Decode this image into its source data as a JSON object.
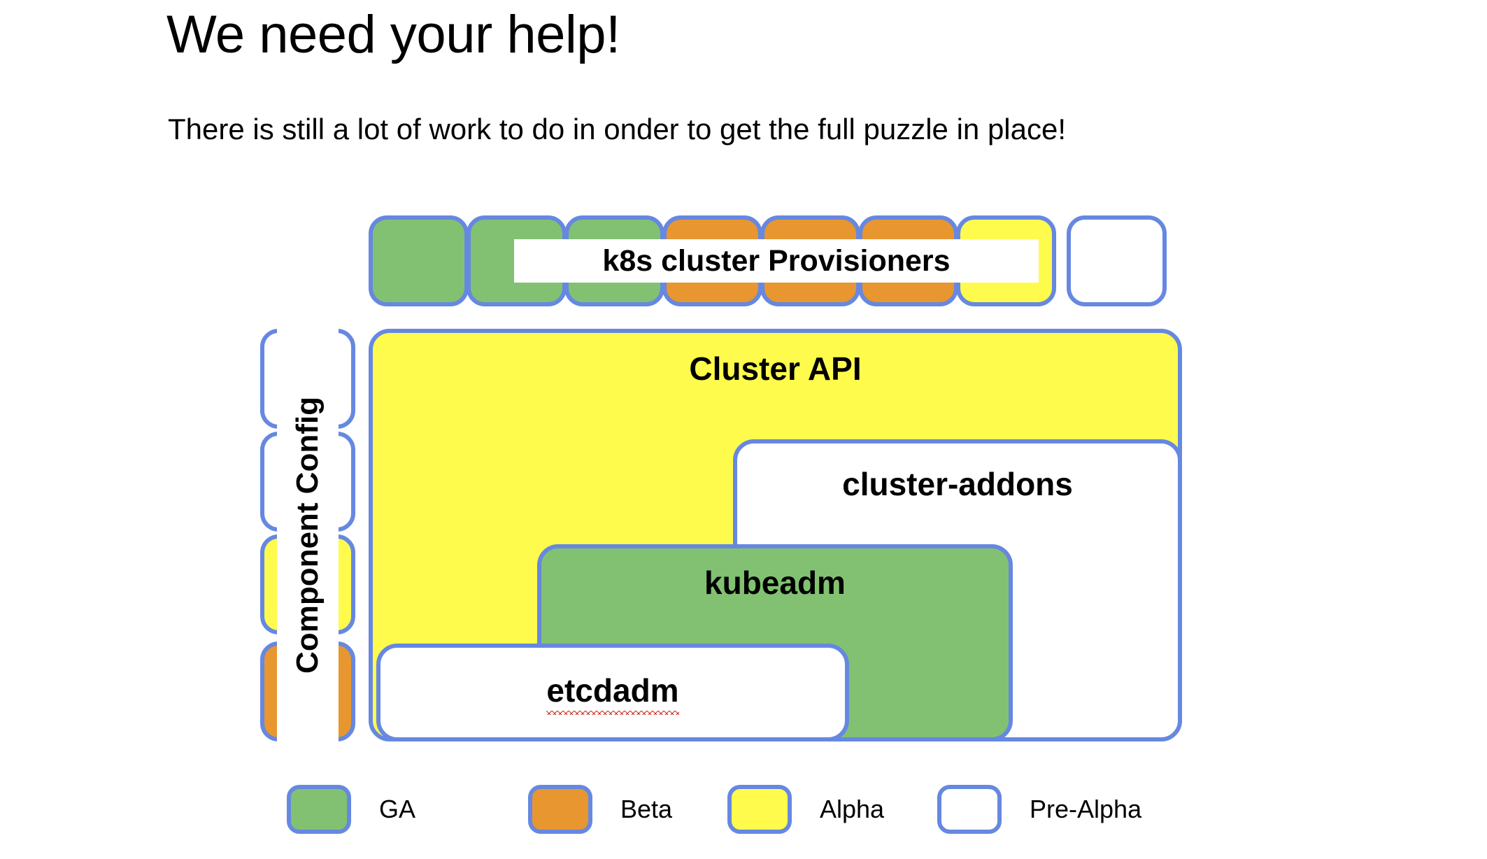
{
  "slide": {
    "title": "We need your help!",
    "subtitle": "There is still a lot of work to do in onder to get the full puzzle in place!"
  },
  "provisioner_row": {
    "label": "k8s cluster Provisioners",
    "boxes": [
      {
        "maturity": "GA",
        "color": "#82c172"
      },
      {
        "maturity": "GA",
        "color": "#82c172"
      },
      {
        "maturity": "GA",
        "color": "#82c172"
      },
      {
        "maturity": "Beta",
        "color": "#e8962f"
      },
      {
        "maturity": "Beta",
        "color": "#e8962f"
      },
      {
        "maturity": "Beta",
        "color": "#e8962f"
      },
      {
        "maturity": "Alpha",
        "color": "#fffb4d"
      },
      {
        "maturity": "Pre-Alpha",
        "color": "#ffffff"
      }
    ]
  },
  "component_config": {
    "label": "Component Config",
    "boxes": [
      {
        "maturity": "Pre-Alpha",
        "color": "#ffffff"
      },
      {
        "maturity": "Pre-Alpha",
        "color": "#ffffff"
      },
      {
        "maturity": "Alpha",
        "color": "#fffb4d"
      },
      {
        "maturity": "Beta",
        "color": "#e8962f"
      }
    ]
  },
  "stack": {
    "cluster_api": {
      "label": "Cluster API",
      "maturity": "Alpha",
      "color": "#fffb4d"
    },
    "cluster_addons": {
      "label": "cluster-addons",
      "maturity": "Pre-Alpha",
      "color": "#ffffff"
    },
    "kubeadm": {
      "label": "kubeadm",
      "maturity": "GA",
      "color": "#82c172"
    },
    "etcdadm": {
      "label": "etcdadm",
      "maturity": "Pre-Alpha",
      "color": "#ffffff",
      "spellcheck_underline": true
    }
  },
  "legend": {
    "items": [
      {
        "label": "GA",
        "color": "#82c172"
      },
      {
        "label": "Beta",
        "color": "#e8962f"
      },
      {
        "label": "Alpha",
        "color": "#fffb4d"
      },
      {
        "label": "Pre-Alpha",
        "color": "#ffffff"
      }
    ]
  },
  "colors": {
    "border": "#6688e0",
    "ga": "#82c172",
    "beta": "#e8962f",
    "alpha": "#fffb4d",
    "pre_alpha": "#ffffff",
    "spellcheck": "#d42a18",
    "background": "#ffffff",
    "text": "#000000"
  }
}
